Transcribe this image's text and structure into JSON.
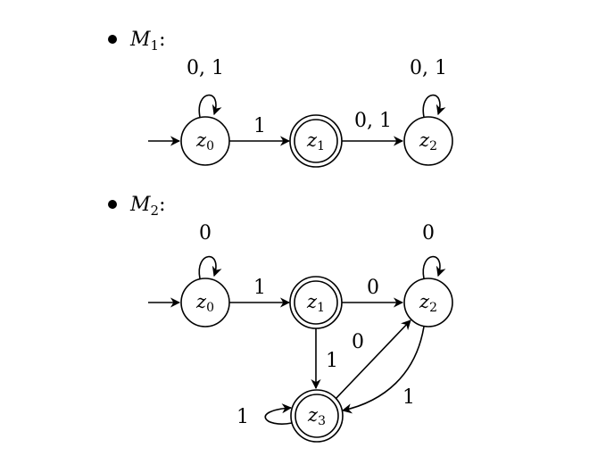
{
  "machines": [
    {
      "heading_var": "M",
      "heading_sub": "1",
      "heading_colon": ":",
      "states": [
        {
          "var": "z",
          "sub": "0"
        },
        {
          "var": "z",
          "sub": "1"
        },
        {
          "var": "z",
          "sub": "2"
        }
      ],
      "labels": {
        "loop_z0": "0, 1",
        "z0_z1": "1",
        "z1_z2": "0, 1",
        "loop_z2": "0, 1"
      }
    },
    {
      "heading_var": "M",
      "heading_sub": "2",
      "heading_colon": ":",
      "states": [
        {
          "var": "z",
          "sub": "0"
        },
        {
          "var": "z",
          "sub": "1"
        },
        {
          "var": "z",
          "sub": "2"
        },
        {
          "var": "z",
          "sub": "3"
        }
      ],
      "labels": {
        "loop_z0": "0",
        "z0_z1": "1",
        "z1_z2": "0",
        "loop_z2": "0",
        "z1_z3": "1",
        "z3_z2": "0",
        "z2_z3": "1",
        "loop_z3": "1"
      }
    }
  ]
}
